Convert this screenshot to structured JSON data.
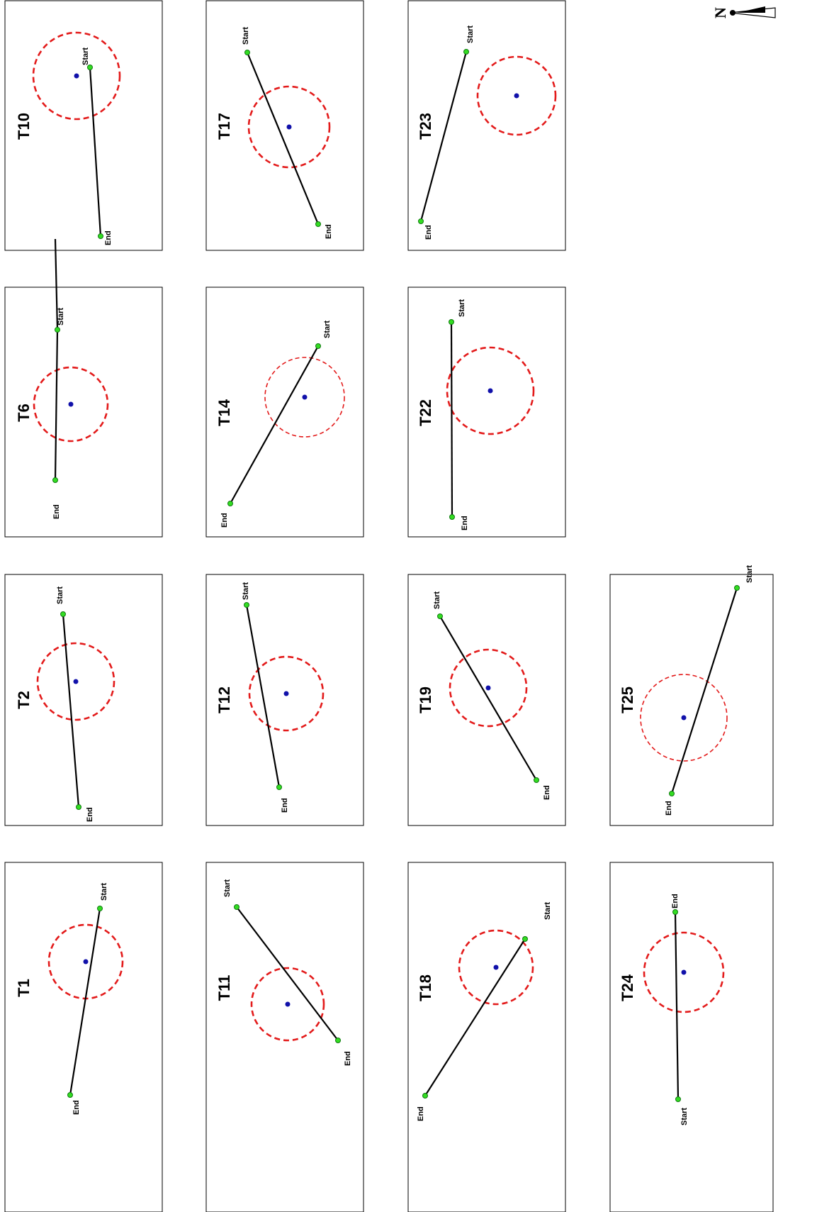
{
  "panels": [
    {
      "title": "T10",
      "start_label": "Start",
      "end_label": "End"
    },
    {
      "title": "T17",
      "start_label": "Start",
      "end_label": "End"
    },
    {
      "title": "T23",
      "start_label": "Start",
      "end_label": "End"
    },
    {
      "title": "T6",
      "start_label": "Start",
      "end_label": "End"
    },
    {
      "title": "T14",
      "start_label": "Start",
      "end_label": "End"
    },
    {
      "title": "T22",
      "start_label": "Start",
      "end_label": "End"
    },
    {
      "title": "T2",
      "start_label": "Start",
      "end_label": "End"
    },
    {
      "title": "T12",
      "start_label": "Start",
      "end_label": "End"
    },
    {
      "title": "T19",
      "start_label": "Start",
      "end_label": "End"
    },
    {
      "title": "T25",
      "start_label": "Start",
      "end_label": "End"
    },
    {
      "title": "T1",
      "start_label": "Start",
      "end_label": "End"
    },
    {
      "title": "T11",
      "start_label": "Start",
      "end_label": "End"
    },
    {
      "title": "T18",
      "start_label": "Start",
      "end_label": "End"
    },
    {
      "title": "T24",
      "start_label": "Start",
      "end_label": "End"
    }
  ],
  "north_arrow": {
    "letter": "N"
  },
  "colors": {
    "track": "#000000",
    "endpoint": "#33dd22",
    "center": "#1111aa",
    "circle": "#e31b1b"
  }
}
